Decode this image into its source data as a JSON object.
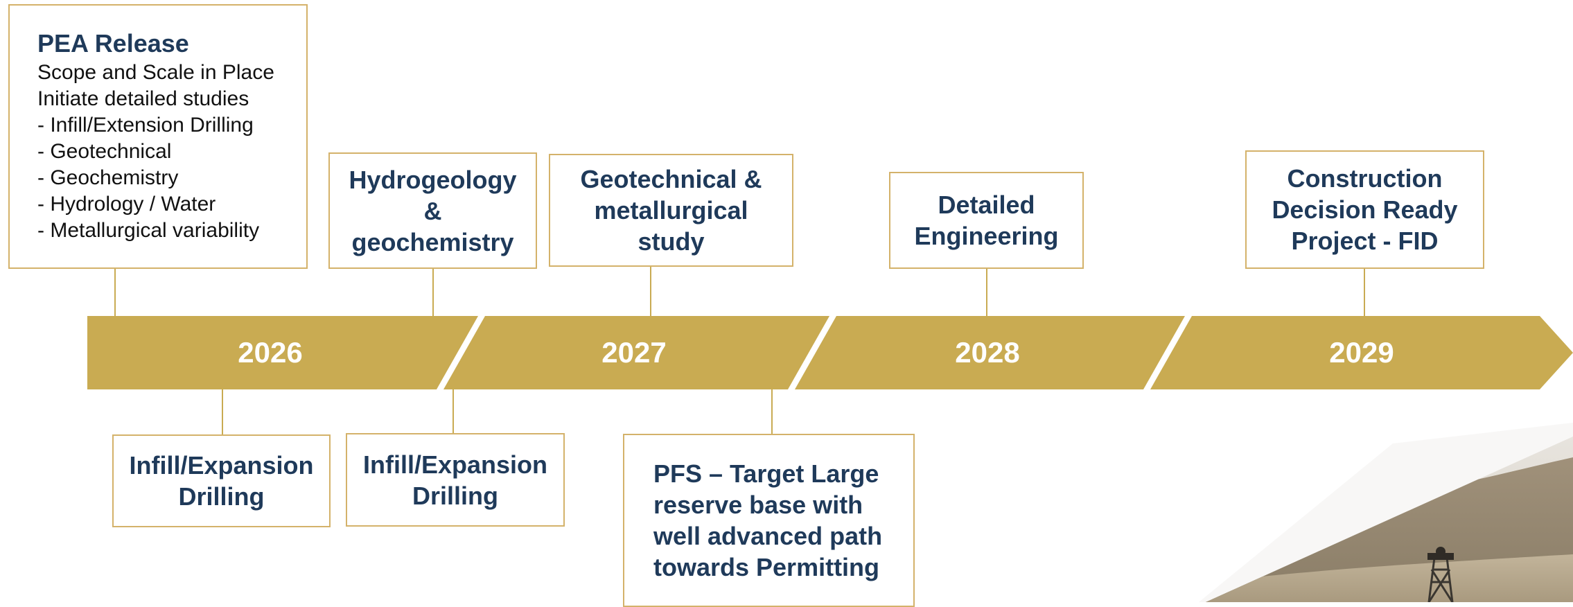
{
  "colors": {
    "gold": "#c9ab52",
    "border": "#d4b26a",
    "navy": "#1f3a5a",
    "text": "#111111"
  },
  "years": [
    "2026",
    "2027",
    "2028",
    "2029"
  ],
  "pea": {
    "title": "PEA Release",
    "lines": [
      "Scope and Scale in Place",
      "Initiate detailed studies",
      "- Infill/Extension Drilling",
      "- Geotechnical",
      "- Geochemistry",
      "- Hydrology / Water",
      "- Metallurgical variability"
    ]
  },
  "top_milestones": [
    {
      "lines": [
        "Hydrogeology",
        "&",
        "geochemistry"
      ]
    },
    {
      "lines": [
        "Geotechnical &",
        "metallurgical",
        "study"
      ]
    },
    {
      "lines": [
        "Detailed",
        "Engineering"
      ]
    },
    {
      "lines": [
        "Construction",
        "Decision Ready",
        "Project - FID"
      ]
    }
  ],
  "bottom_milestones": [
    {
      "lines": [
        "Infill/Expansion",
        "Drilling"
      ]
    },
    {
      "lines": [
        "Infill/Expansion",
        "Drilling"
      ]
    },
    {
      "lines": [
        "PFS – Target Large",
        "reserve base with",
        "well advanced path",
        "towards Permitting"
      ]
    }
  ],
  "photo": "desert-mine-headframe-photo"
}
